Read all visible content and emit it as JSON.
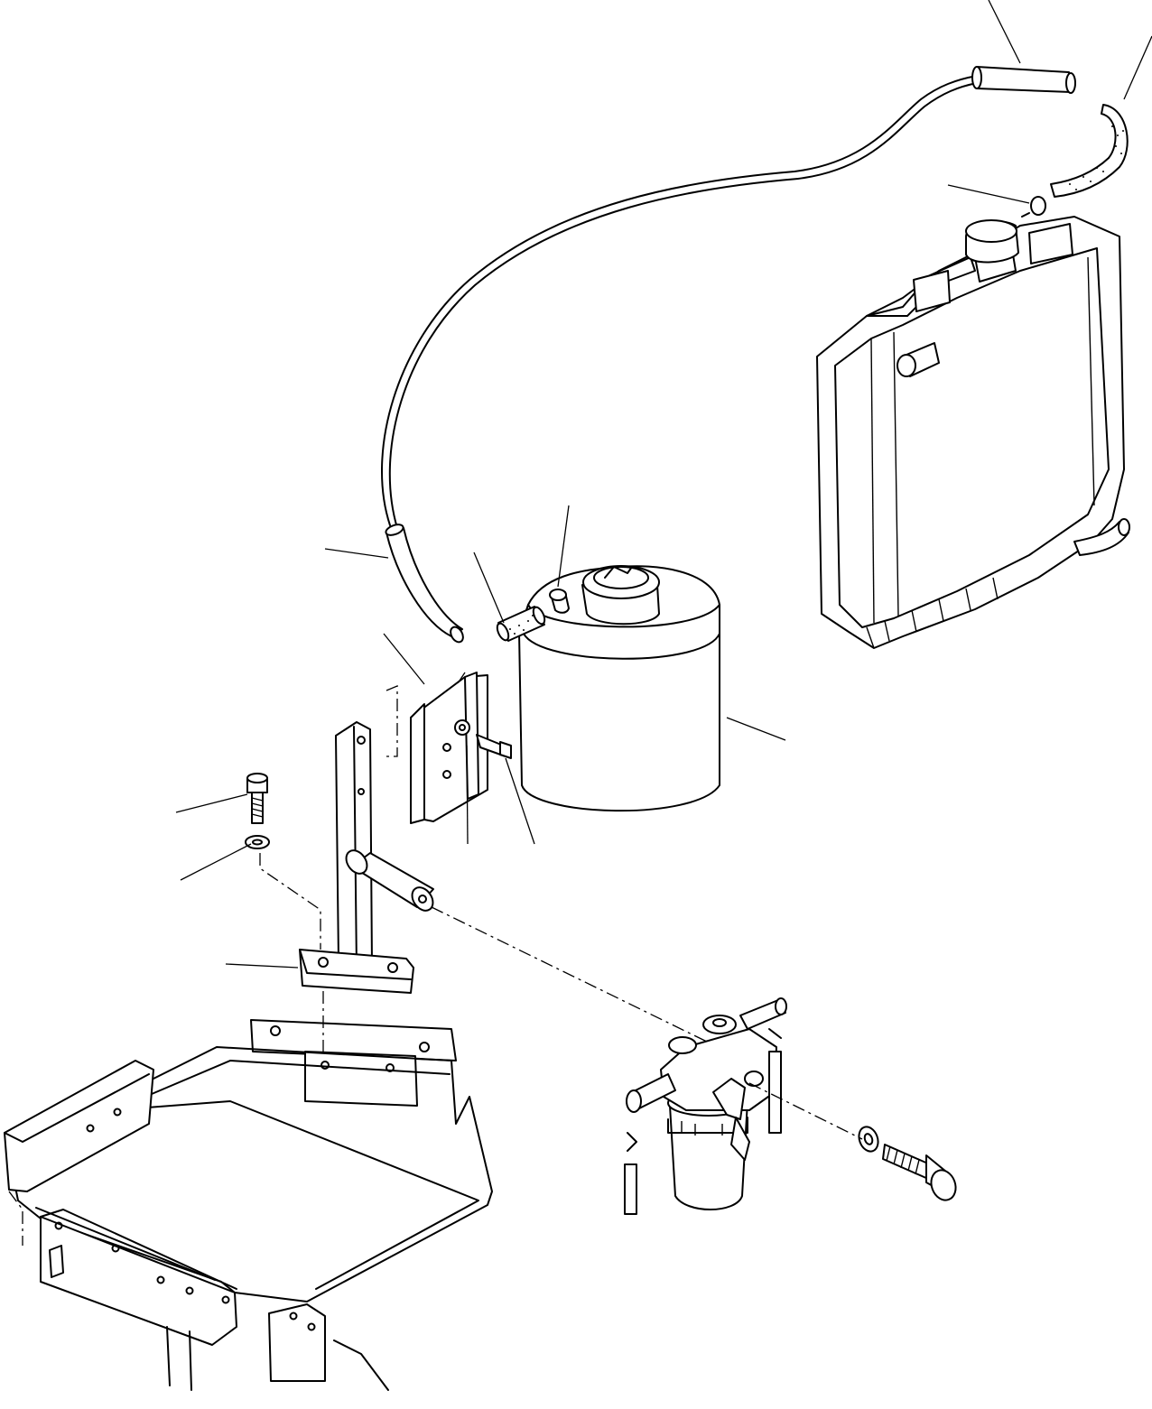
{
  "diagram": {
    "type": "exploded parts diagram",
    "colors": {
      "ink": "#000000",
      "background": "#ffffff"
    },
    "parts": [
      {
        "name": "overflow-hose"
      },
      {
        "name": "hose-clamp"
      },
      {
        "name": "radiator"
      },
      {
        "name": "reserve-tank"
      },
      {
        "name": "hose-joint"
      },
      {
        "name": "tank-bracket"
      },
      {
        "name": "bracket-stay"
      },
      {
        "name": "mounting-bolt"
      },
      {
        "name": "washer"
      },
      {
        "name": "fuel-filter"
      },
      {
        "name": "frame"
      }
    ]
  }
}
